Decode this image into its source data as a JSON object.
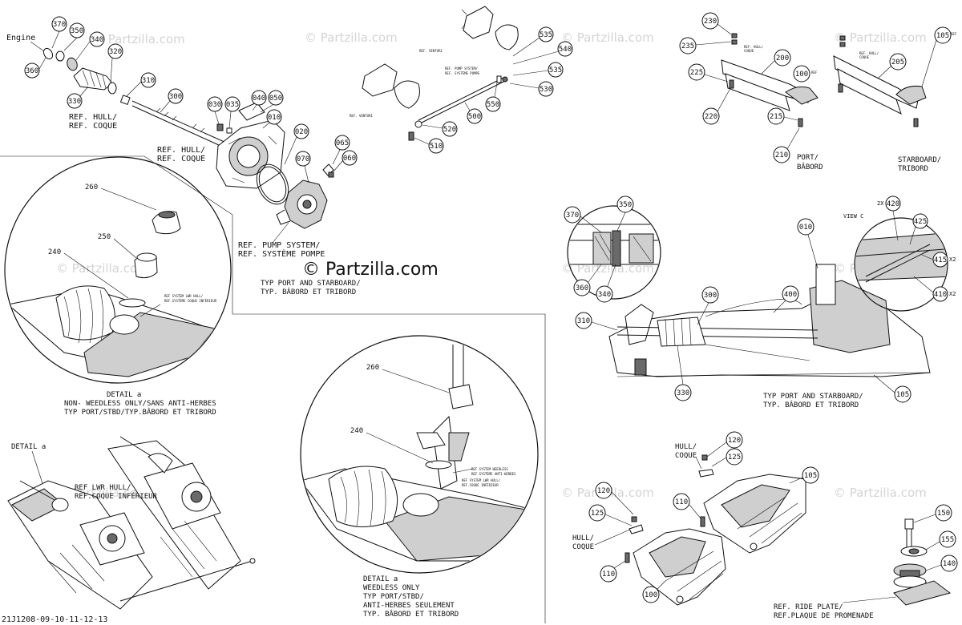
{
  "watermark": "© Partzilla.com",
  "brand": "© Partzilla.com",
  "drawing_id": "21J1208-09-10-11-12-13",
  "labels": {
    "engine": "Engine",
    "ref_hull_coque_1": "REF. HULL/",
    "ref_hull_coque_1b": "REF. COQUE",
    "ref_hull_coque_2": "REF. HULL/",
    "ref_hull_coque_2b": "REF. COQUE",
    "ref_pump_1": "REF. PUMP SYSTEM/",
    "ref_pump_1b": "REF. SYSTÈME POMPE",
    "typ_port_1": "TYP PORT AND STARBOARD/",
    "typ_port_1b": "TYP. BÂBORD ET TRIBORD",
    "ref_venturi_1": "REF. VENTURI",
    "ref_venturi_2": "REF. VENTURI",
    "ref_pump_2": "REF. PUMP SYSTEM/",
    "ref_pump_2b": "REF. SYSTÈME POMPE",
    "ref_hull_small_1": "REF. HULL/",
    "ref_hull_small_1b": "COQUE",
    "ref_hull_small_2": "REF. HULL/",
    "ref_hull_small_2b": "COQUE",
    "ref_small_100": "REF",
    "ref_small_105": "REF",
    "port": "PORT/",
    "port_b": "BÂBORD",
    "starboard": "STARBOARD/",
    "starboard_b": "TRIBORD",
    "detail_a_1": "DETAIL a",
    "detail_a_1_line1": "NON- WEEDLESS ONLY/SANS ANTI-HERBES",
    "detail_a_1_line2": "TYP PORT/STBD/TYP.BÂBORD ET TRIBORD",
    "ref_system_lwr_1": "REF SYSTEM LWR HULL/",
    "ref_system_lwr_1b": "REF.SYSTÈME COQUE INFÉRIEUR",
    "detail_a_2": "DETAIL a",
    "ref_lwr_hull": "REF LWR HULL/",
    "ref_lwr_hull_b": "REF.COQUE INFÉRIEUR",
    "detail_a_3": "DETAIL a",
    "detail_a_3_line1": "WEEDLESS ONLY",
    "detail_a_3_line2": "TYP PORT/STBD/",
    "detail_a_3_line3": "ANTI-HERBES SEULEMENT",
    "detail_a_3_line4": "TYP. BÂBORD ET TRIBORD",
    "ref_system_weedless": "REF SYSTEM WEEDLESS",
    "ref_system_weedless_b": "REF.SYSTÈME ANTI-HERBES",
    "ref_system_lwr_2": "REF SYSTEM LWR HULL/",
    "ref_system_lwr_2b": "REF.COQUE INFÉRIEUR",
    "view_c": "VIEW C",
    "x2_a": "X2",
    "x2_b": "X2",
    "typ_port_2": "TYP PORT AND STARBOARD/",
    "typ_port_2b": "TYP. BÂBORD ET TRIBORD",
    "hull_coque_1": "HULL/",
    "hull_coque_1b": "COQUE",
    "hull_coque_2": "HULL/",
    "hull_coque_2b": "COQUE",
    "ref_ride_plate": "REF. RIDE PLATE/",
    "ref_ride_plate_b": "REF.PLAQUE DE PROMENADE"
  },
  "callouts": {
    "c370a": "370",
    "c350a": "350",
    "c340a": "340",
    "c360a": "360",
    "c320": "320",
    "c310a": "310",
    "c330a": "330",
    "c300a": "300",
    "c030": "030",
    "c035": "035",
    "c040": "040",
    "c050": "050",
    "c010a": "010",
    "c020": "020",
    "c065": "065",
    "c070": "070",
    "c060": "060",
    "c535a": "535",
    "c540": "540",
    "c535b": "535",
    "c530": "530",
    "c550": "550",
    "c500": "500",
    "c520": "520",
    "c510": "510",
    "c230": "230",
    "c235": "235",
    "c200": "200",
    "c225": "225",
    "c100a": "100",
    "c220": "220",
    "c215": "215",
    "c210": "210",
    "c105a": "105",
    "c205": "205",
    "c260a": "260",
    "c250": "250",
    "c240a": "240",
    "c260b": "260",
    "c240b": "240",
    "c370b": "370",
    "c350b": "350",
    "c360b": "360",
    "c340b": "340",
    "c310b": "310",
    "c300b": "300",
    "c400": "400",
    "c010b": "010",
    "c330b": "330",
    "c105b": "105",
    "c2x420": "2X",
    "c420": "420",
    "c425": "425",
    "c415": "415",
    "c410": "410",
    "c120a": "120",
    "c125a": "125",
    "c120b": "120",
    "c125b": "125",
    "c110a": "110",
    "c110b": "110",
    "c100b": "100",
    "c105c": "105",
    "c150": "150",
    "c155": "155",
    "c140": "140"
  }
}
